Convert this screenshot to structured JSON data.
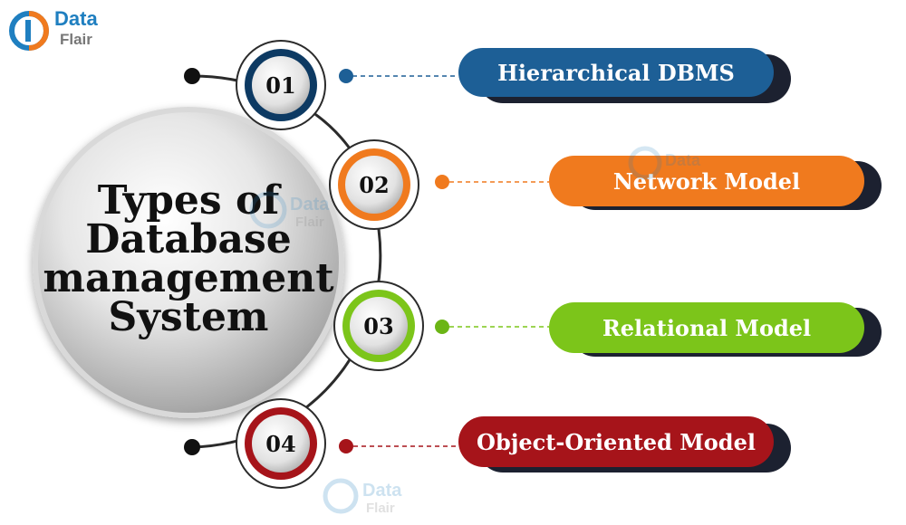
{
  "logo": {
    "line1": "Data",
    "line2": "Flair"
  },
  "watermark": {
    "line1": "Data",
    "line2": "Flair"
  },
  "center": {
    "title_lines": [
      "Types of",
      "Database",
      "management",
      "System"
    ]
  },
  "items": [
    {
      "number": "01",
      "label": "Hierarchical DBMS",
      "color": "#1d5f96",
      "dark": "#0d3a63"
    },
    {
      "number": "02",
      "label": "Network Model",
      "color": "#f07a1e",
      "dark": "#c4560a"
    },
    {
      "number": "03",
      "label": "Relational Model",
      "color": "#7cc51a",
      "dark": "#4e9a0c"
    },
    {
      "number": "04",
      "label": "Object-Oriented Model",
      "color": "#a6141a",
      "dark": "#6e0a0e"
    }
  ],
  "colors": {
    "shadow_bar": "#1c2130",
    "connector_dot": "#111111",
    "arc": "#2b2b2b"
  }
}
